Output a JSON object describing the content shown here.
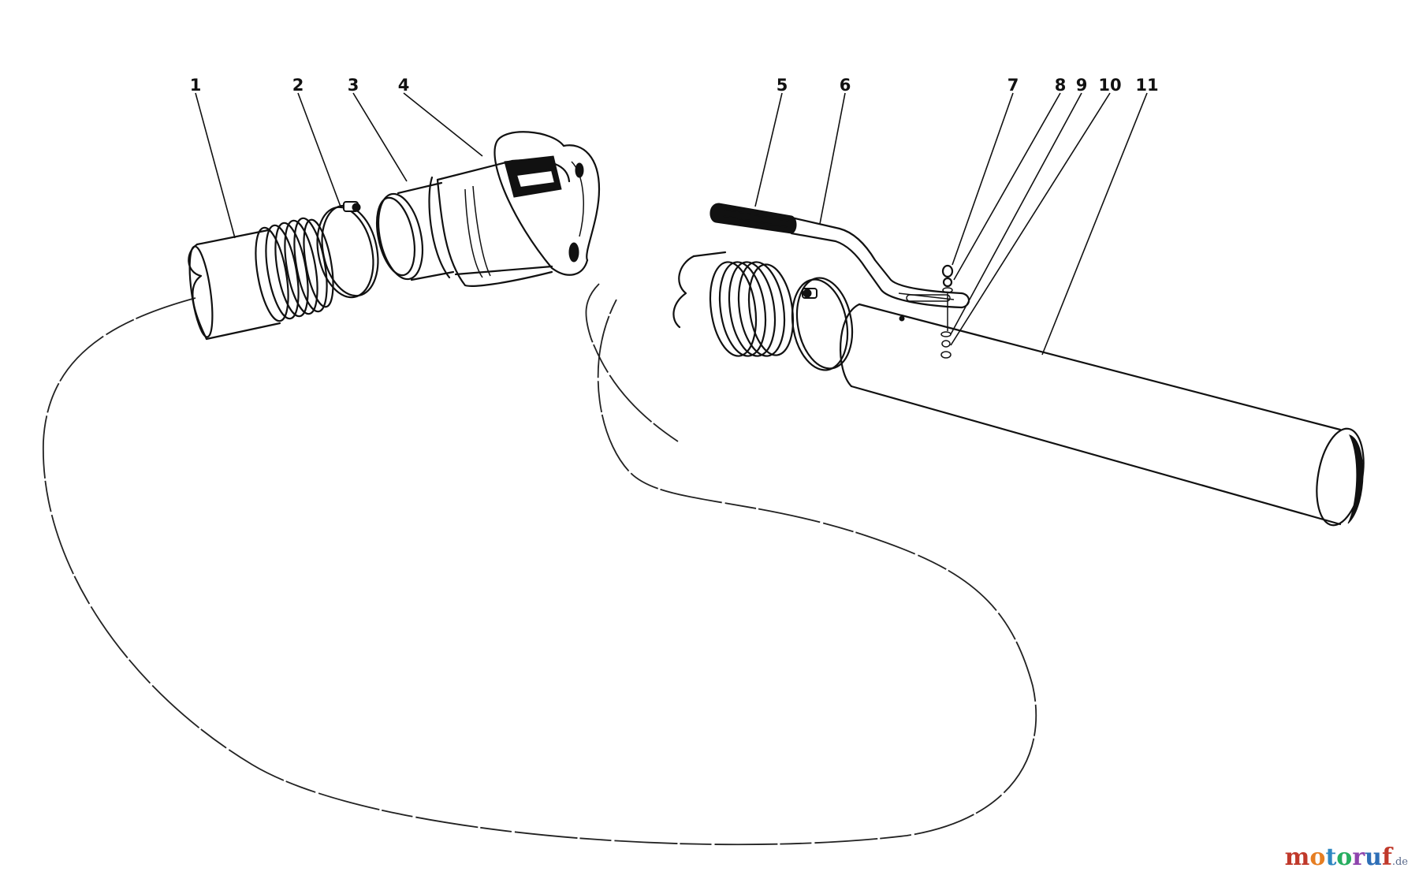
{
  "callouts": [
    "1",
    "2",
    "3",
    "4",
    "5",
    "6",
    "7",
    "8",
    "9",
    "10",
    "11"
  ],
  "watermark": {
    "parts": [
      {
        "text": "m",
        "color": "#c0392b"
      },
      {
        "text": "o",
        "color": "#e67e22"
      },
      {
        "text": "t",
        "color": "#2e86c1"
      },
      {
        "text": "o",
        "color": "#27ae60"
      },
      {
        "text": "r",
        "color": "#8e44ad"
      },
      {
        "text": "u",
        "color": "#2e6fb7"
      },
      {
        "text": "f",
        "color": "#c0392b"
      }
    ],
    "suffix": ".de"
  }
}
